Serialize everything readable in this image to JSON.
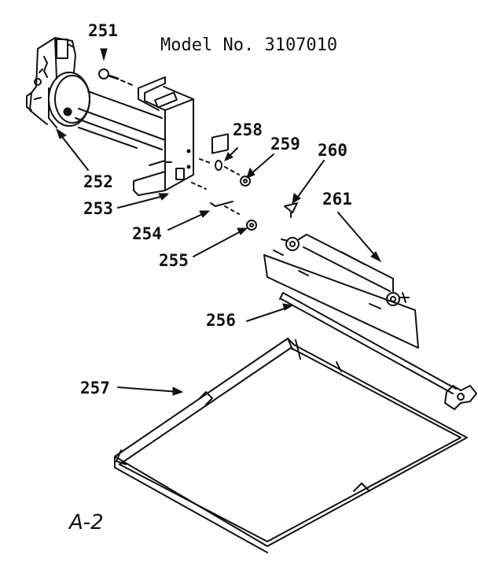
{
  "title": "Model No. 3107010",
  "footer": "A-2",
  "parts": [
    {
      "id": "p251",
      "label": "251"
    },
    {
      "id": "p252",
      "label": "252"
    },
    {
      "id": "p253",
      "label": "253"
    },
    {
      "id": "p254",
      "label": "254"
    },
    {
      "id": "p255",
      "label": "255"
    },
    {
      "id": "p256",
      "label": "256"
    },
    {
      "id": "p257",
      "label": "257"
    },
    {
      "id": "p258",
      "label": "258"
    },
    {
      "id": "p259",
      "label": "259"
    },
    {
      "id": "p260",
      "label": "260"
    },
    {
      "id": "p261",
      "label": "261"
    }
  ]
}
